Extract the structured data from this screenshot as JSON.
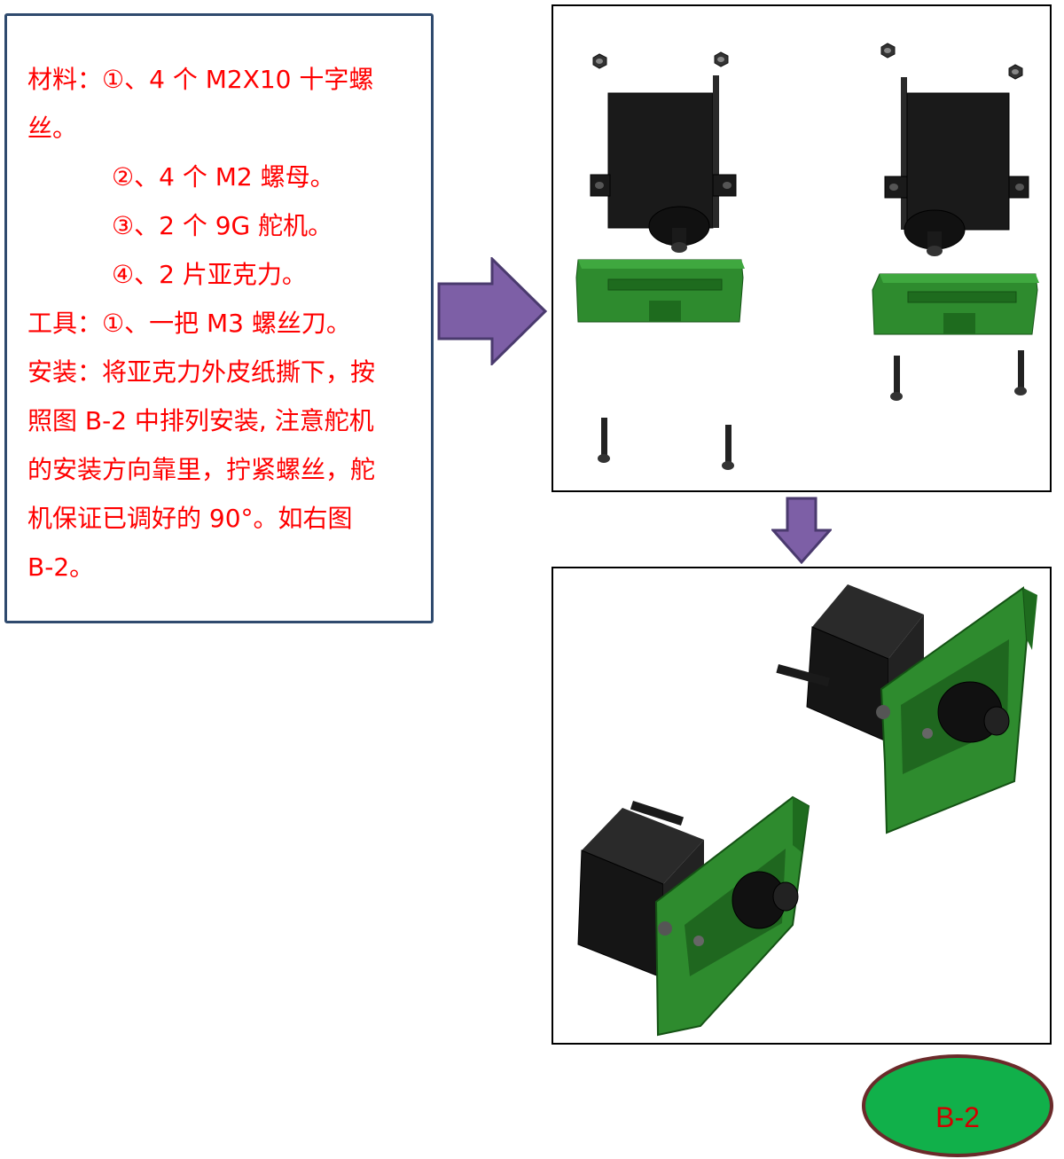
{
  "instructions": {
    "lines": [
      "材料：①、4 个 M2X10 十字螺",
      "丝。",
      "②、4 个 M2 螺母。",
      "③、2 个 9G 舵机。",
      "④、2 片亚克力。",
      "工具：①、一把 M3 螺丝刀。",
      "安装：将亚克力外皮纸撕下，按",
      "照图 B-2 中排列安装, 注意舵机",
      "的安装方向靠里，拧紧螺丝，舵",
      "机保证已调好的 90°。如右图",
      "B-2。"
    ]
  },
  "figure_label": "B-2",
  "colors": {
    "text_red": "#ff0000",
    "box_border": "#2f4a6e",
    "arrow_purple": "#7d5fa6",
    "acrylic_green": "#2e8b2e",
    "servo_black": "#1a1a1a",
    "badge_fill": "#11b04a",
    "badge_border": "#6b2a2a"
  }
}
